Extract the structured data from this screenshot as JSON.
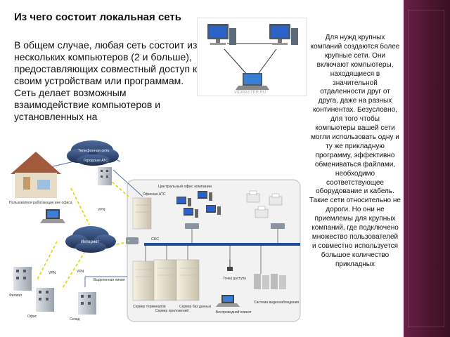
{
  "slide": {
    "title": "Из чего состоит локальная сеть",
    "intro": "В общем случае, любая сеть состоит из нескольких компьютеров (2 и больше), предоставляющих совместный доступ к своим устройствам или программам. Сеть делает возможным взаимодействие компьютеров и установленных на",
    "side_text": "Для нужд крупных компаний создаются более крупные сети. Они включают компьютеры, находящиеся в значительной отдаленности друг от друга, даже на разных континентах. Безусловно, для того чтобы компьютеры вашей сети могли использовать одну и ту же прикладную программу, эффективно обмениваться файлами, необходимо соответствующее оборудование и кабель. Такие сети относительно не дороги. Но они не приемлемы для крупных компаний, где подключено множество пользователей и совместно используется большое количество прикладных"
  },
  "small_diagram": {
    "watermark": "VIDMASTER.RU"
  },
  "big_diagram": {
    "labels": {
      "phone_network": "Телефонная сеть",
      "city_ats": "Городская АТС",
      "remote_users": "Пользователи работающие вне офиса",
      "vpn_1": "VPN",
      "vpn_2": "VPN",
      "vpn_3": "VPN",
      "internet": "Интернет",
      "central_office": "Центральный офис компании",
      "office_ats": "Офисная АТС",
      "sks": "СКС",
      "dedicated_lines": "Выделенная линия",
      "branch": "Филиал",
      "office": "Офис",
      "warehouse": "Склад",
      "access_point": "Точка доступа",
      "terminal_server": "Сервер терминалов",
      "app_server": "Сервер приложений",
      "db_server": "Сервер баз данных",
      "wireless_client": "Беспроводной клиент",
      "cctv": "Система видеонаблюдения"
    }
  },
  "colors": {
    "band": "#5a1a3c",
    "cloud": "#2c3e63",
    "office_box": "#f2f2f2",
    "monitor": "#2a62c9",
    "dashed_link": "#d9d900"
  }
}
